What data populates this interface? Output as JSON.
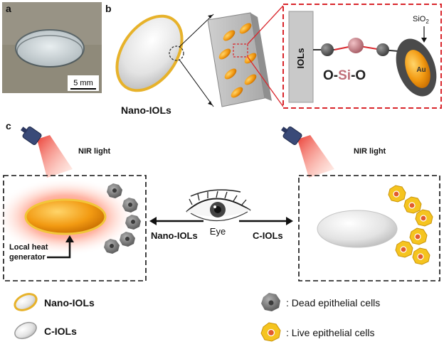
{
  "panels": {
    "a": "a",
    "b": "b",
    "c": "c"
  },
  "photo": {
    "scale_bar": "5 mm"
  },
  "panel_b": {
    "nano_iols_label": "Nano-IOLs",
    "iols_box_label": "IOLs",
    "linker_o1": "O-",
    "linker_si": "Si",
    "linker_o2": "-O",
    "sio2_label": "SiO",
    "sio2_sub": "2",
    "au_label": "Au"
  },
  "panel_c": {
    "nir_left": "NIR light",
    "nir_right": "NIR light",
    "eye_label": "Eye",
    "arrow_left_label": "Nano-IOLs",
    "arrow_right_label": "C-IOLs",
    "heat_line1": "Local heat",
    "heat_line2": "generator"
  },
  "legend": {
    "nano_iols": "Nano-IOLs",
    "c_iols": "C-IOLs",
    "dead_cells": ": Dead epithelial cells",
    "live_cells": ": Live epithelial cells"
  },
  "colors": {
    "gold": "#e7b22a",
    "red_dash": "#d9262c",
    "nir_red": "#e8261c",
    "si_pink": "#c0707a"
  }
}
